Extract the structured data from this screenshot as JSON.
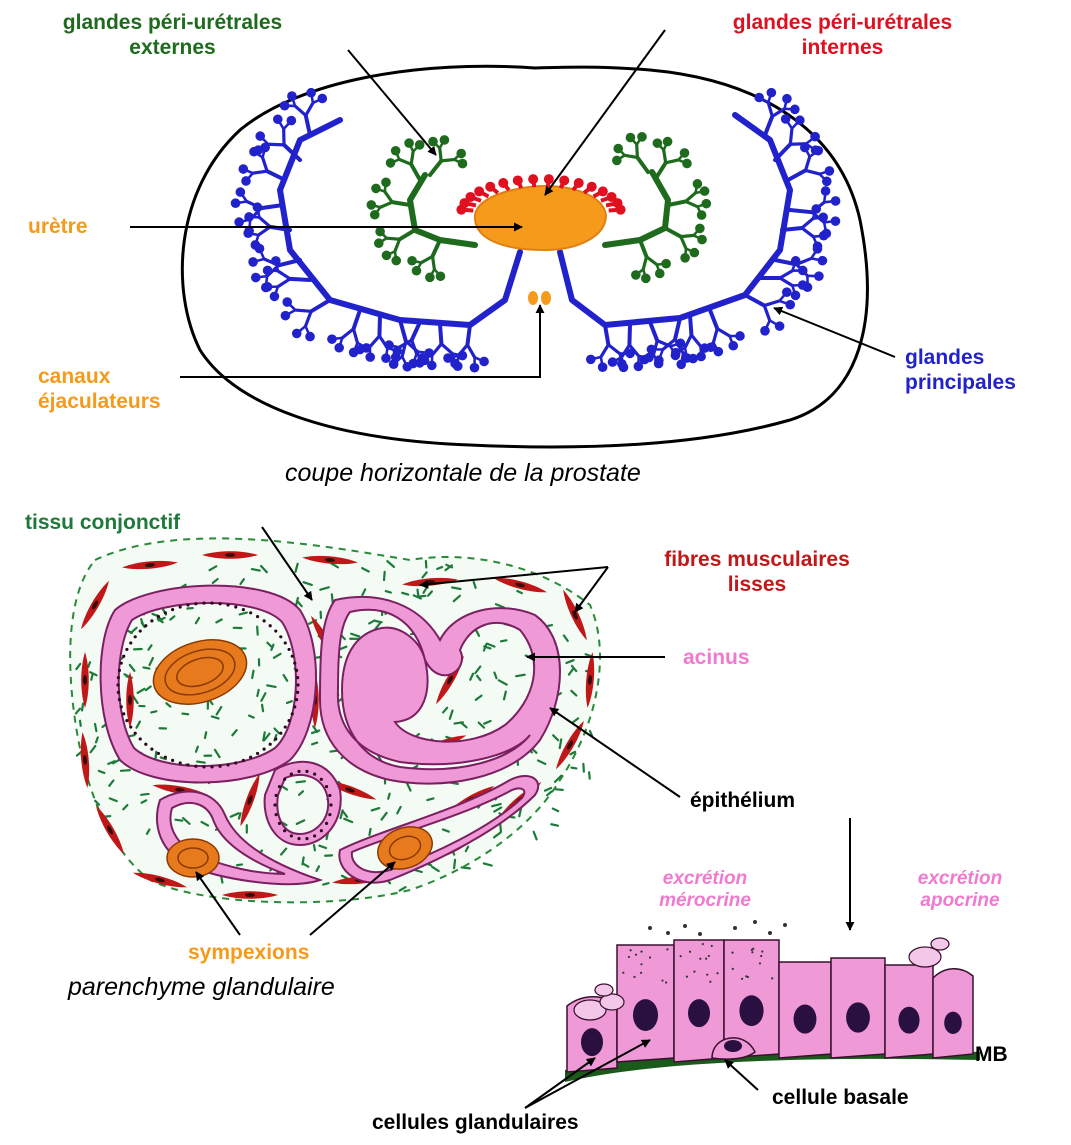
{
  "colors": {
    "outline": "#000000",
    "principal_glands": "#2222cc",
    "external_glands": "#1e6b1e",
    "internal_glands": "#e01020",
    "urethra": "#f59a1a",
    "connective": "#1e7a3a",
    "muscle": "#c01818",
    "acinus": "#ef9ad6",
    "sympexion": "#e87a1e",
    "membrane": "#1a5a1a",
    "nucleus": "#2a1040"
  },
  "top": {
    "label_external": [
      "glandes péri-urétrales",
      "externes"
    ],
    "label_internal": [
      "glandes péri-urétrales",
      "internes"
    ],
    "label_urethra": "urètre",
    "label_ducts": [
      "canaux",
      "éjaculateurs"
    ],
    "label_principal": [
      "glandes",
      "principales"
    ],
    "caption": "coupe horizontale de la prostate"
  },
  "middle": {
    "label_connective": "tissu conjonctif",
    "label_muscle": [
      "fibres musculaires",
      "lisses"
    ],
    "label_acinus": "acinus",
    "label_epithelium": "épithélium",
    "label_sympexions": "sympexions",
    "caption": "parenchyme glandulaire"
  },
  "bottom": {
    "label_merocrine": [
      "excrétion",
      "mérocrine"
    ],
    "label_apocrine": [
      "excrétion",
      "apocrine"
    ],
    "label_mb": "MB",
    "label_basal": "cellule basale",
    "label_glandular": "cellules glandulaires"
  }
}
